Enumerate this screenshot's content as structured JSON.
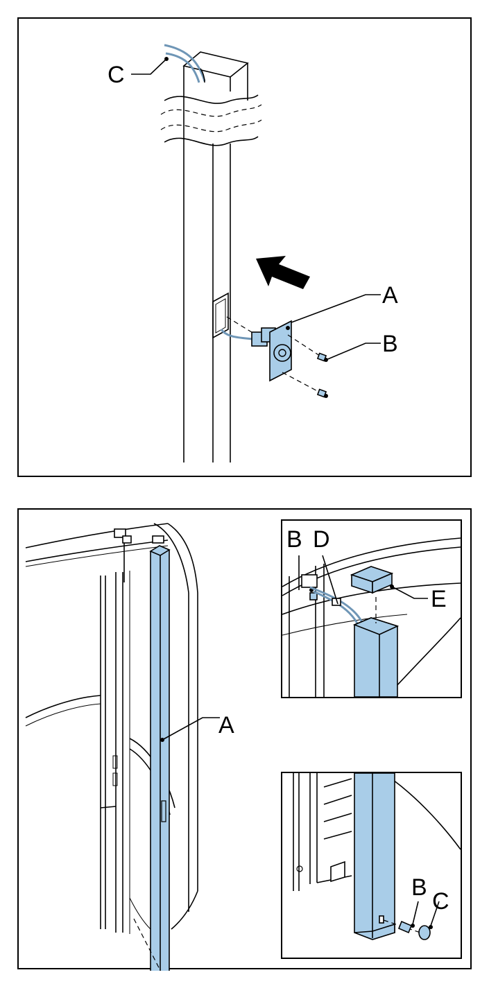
{
  "top_panel": {
    "labels": {
      "a": "A",
      "b": "B",
      "c": "C"
    }
  },
  "bottom_panel": {
    "labels": {
      "a": "A"
    },
    "inset_top": {
      "labels": {
        "b": "B",
        "d": "D",
        "e": "E"
      }
    },
    "inset_bottom": {
      "labels": {
        "b": "B",
        "c": "C"
      }
    }
  },
  "colors": {
    "component_fill": "#a9cde8",
    "cable": "#6f96b6",
    "outline": "#000000"
  }
}
